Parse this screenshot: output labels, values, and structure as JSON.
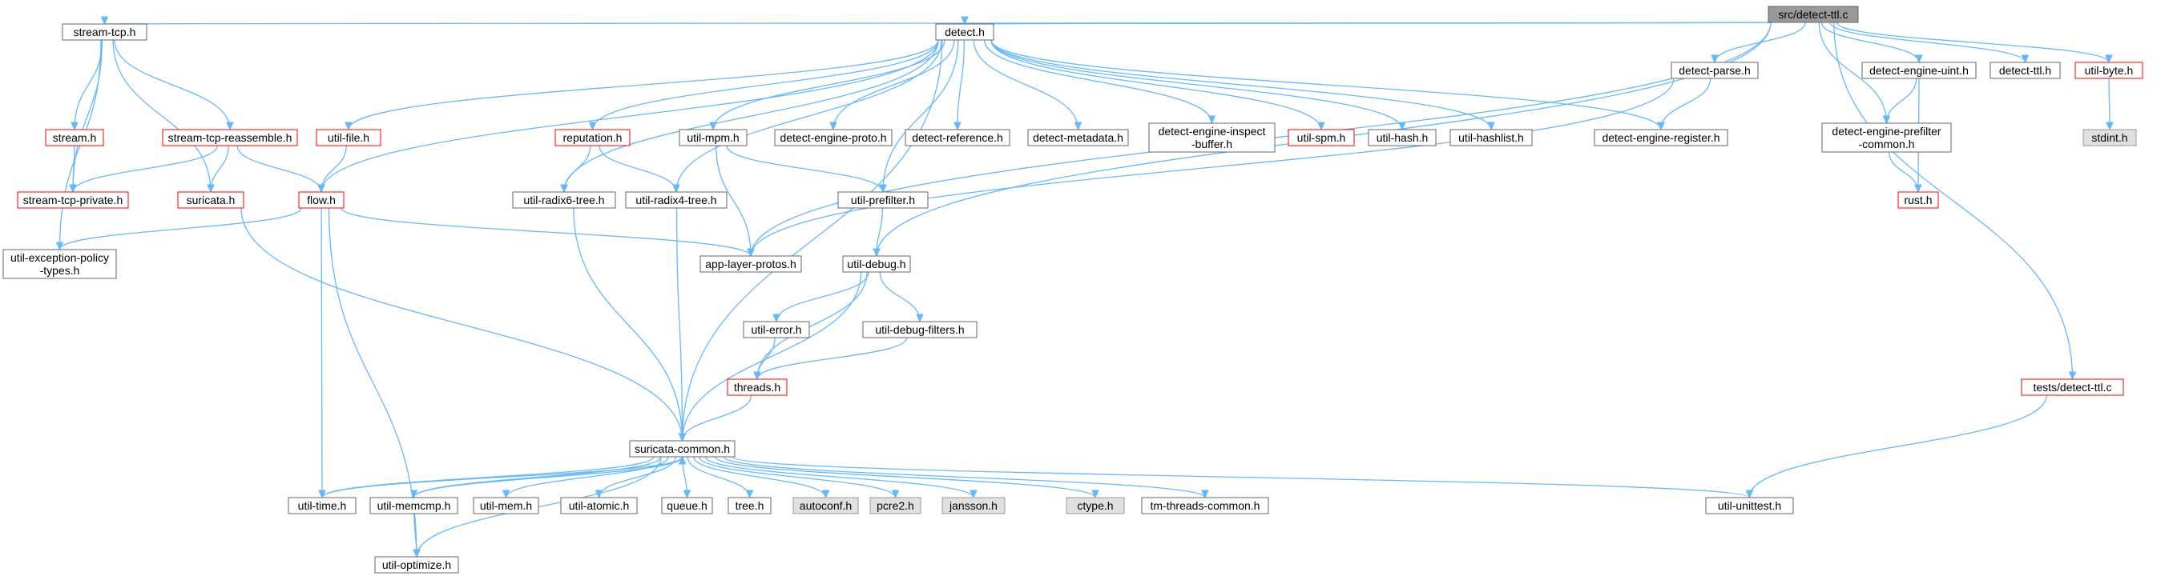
{
  "colors": {
    "edge": "#63b8ff",
    "root_fill": "#999999",
    "normal_border": "#666666",
    "warn_border": "#ff0000",
    "system_fill": "#e0e0e0",
    "system_border": "#999999"
  },
  "nodes": [
    {
      "id": "root",
      "lines": [
        "src/detect-ttl.c"
      ],
      "kind": "root"
    },
    {
      "id": "stream_tcp_h",
      "lines": [
        "stream-tcp.h"
      ],
      "kind": "normal"
    },
    {
      "id": "detect_h",
      "lines": [
        "detect.h"
      ],
      "kind": "normal"
    },
    {
      "id": "detect_parse_h",
      "lines": [
        "detect-parse.h"
      ],
      "kind": "normal"
    },
    {
      "id": "detect_engine_uint_h",
      "lines": [
        "detect-engine-uint.h"
      ],
      "kind": "normal"
    },
    {
      "id": "detect_ttl_h",
      "lines": [
        "detect-ttl.h"
      ],
      "kind": "normal"
    },
    {
      "id": "util_byte_h",
      "lines": [
        "util-byte.h"
      ],
      "kind": "warn"
    },
    {
      "id": "stdint_h",
      "lines": [
        "stdint.h"
      ],
      "kind": "system"
    },
    {
      "id": "stream_h",
      "lines": [
        "stream.h"
      ],
      "kind": "warn"
    },
    {
      "id": "stream_tcp_reassemble_h",
      "lines": [
        "stream-tcp-reassemble.h"
      ],
      "kind": "warn"
    },
    {
      "id": "util_file_h",
      "lines": [
        "util-file.h"
      ],
      "kind": "warn"
    },
    {
      "id": "reputation_h",
      "lines": [
        "reputation.h"
      ],
      "kind": "warn"
    },
    {
      "id": "util_mpm_h",
      "lines": [
        "util-mpm.h"
      ],
      "kind": "normal"
    },
    {
      "id": "detect_engine_proto_h",
      "lines": [
        "detect-engine-proto.h"
      ],
      "kind": "normal"
    },
    {
      "id": "detect_reference_h",
      "lines": [
        "detect-reference.h"
      ],
      "kind": "normal"
    },
    {
      "id": "detect_metadata_h",
      "lines": [
        "detect-metadata.h"
      ],
      "kind": "normal"
    },
    {
      "id": "detect_engine_inspect_buffer_h",
      "lines": [
        "detect-engine-inspect",
        "-buffer.h"
      ],
      "kind": "normal"
    },
    {
      "id": "util_spm_h",
      "lines": [
        "util-spm.h"
      ],
      "kind": "warn"
    },
    {
      "id": "util_hash_h",
      "lines": [
        "util-hash.h"
      ],
      "kind": "normal"
    },
    {
      "id": "util_hashlist_h",
      "lines": [
        "util-hashlist.h"
      ],
      "kind": "normal"
    },
    {
      "id": "detect_engine_register_h",
      "lines": [
        "detect-engine-register.h"
      ],
      "kind": "normal"
    },
    {
      "id": "detect_engine_prefilter_common_h",
      "lines": [
        "detect-engine-prefilter",
        "-common.h"
      ],
      "kind": "normal"
    },
    {
      "id": "rust_h",
      "lines": [
        "rust.h"
      ],
      "kind": "warn"
    },
    {
      "id": "stream_tcp_private_h",
      "lines": [
        "stream-tcp-private.h"
      ],
      "kind": "warn"
    },
    {
      "id": "suricata_h",
      "lines": [
        "suricata.h"
      ],
      "kind": "warn"
    },
    {
      "id": "flow_h",
      "lines": [
        "flow.h"
      ],
      "kind": "warn"
    },
    {
      "id": "util_radix6_tree_h",
      "lines": [
        "util-radix6-tree.h"
      ],
      "kind": "normal"
    },
    {
      "id": "util_radix4_tree_h",
      "lines": [
        "util-radix4-tree.h"
      ],
      "kind": "normal"
    },
    {
      "id": "util_prefilter_h",
      "lines": [
        "util-prefilter.h"
      ],
      "kind": "normal"
    },
    {
      "id": "util_exception_policy_types_h",
      "lines": [
        "util-exception-policy",
        "-types.h"
      ],
      "kind": "normal"
    },
    {
      "id": "app_layer_protos_h",
      "lines": [
        "app-layer-protos.h"
      ],
      "kind": "normal"
    },
    {
      "id": "util_debug_h",
      "lines": [
        "util-debug.h"
      ],
      "kind": "normal"
    },
    {
      "id": "util_error_h",
      "lines": [
        "util-error.h"
      ],
      "kind": "normal"
    },
    {
      "id": "util_debug_filters_h",
      "lines": [
        "util-debug-filters.h"
      ],
      "kind": "normal"
    },
    {
      "id": "threads_h",
      "lines": [
        "threads.h"
      ],
      "kind": "warn"
    },
    {
      "id": "tests_detect_ttl_c",
      "lines": [
        "tests/detect-ttl.c"
      ],
      "kind": "warn"
    },
    {
      "id": "suricata_common_h",
      "lines": [
        "suricata-common.h"
      ],
      "kind": "normal"
    },
    {
      "id": "util_time_h",
      "lines": [
        "util-time.h"
      ],
      "kind": "normal"
    },
    {
      "id": "util_memcmp_h",
      "lines": [
        "util-memcmp.h"
      ],
      "kind": "normal"
    },
    {
      "id": "util_mem_h",
      "lines": [
        "util-mem.h"
      ],
      "kind": "normal"
    },
    {
      "id": "util_atomic_h",
      "lines": [
        "util-atomic.h"
      ],
      "kind": "normal"
    },
    {
      "id": "queue_h",
      "lines": [
        "queue.h"
      ],
      "kind": "normal"
    },
    {
      "id": "tree_h",
      "lines": [
        "tree.h"
      ],
      "kind": "normal"
    },
    {
      "id": "autoconf_h",
      "lines": [
        "autoconf.h"
      ],
      "kind": "system"
    },
    {
      "id": "pcre2_h",
      "lines": [
        "pcre2.h"
      ],
      "kind": "system"
    },
    {
      "id": "jansson_h",
      "lines": [
        "jansson.h"
      ],
      "kind": "system"
    },
    {
      "id": "ctype_h",
      "lines": [
        "ctype.h"
      ],
      "kind": "system"
    },
    {
      "id": "tm_threads_common_h",
      "lines": [
        "tm-threads-common.h"
      ],
      "kind": "normal"
    },
    {
      "id": "util_unittest_h",
      "lines": [
        "util-unittest.h"
      ],
      "kind": "normal"
    },
    {
      "id": "util_optimize_h",
      "lines": [
        "util-optimize.h"
      ],
      "kind": "normal"
    }
  ]
}
